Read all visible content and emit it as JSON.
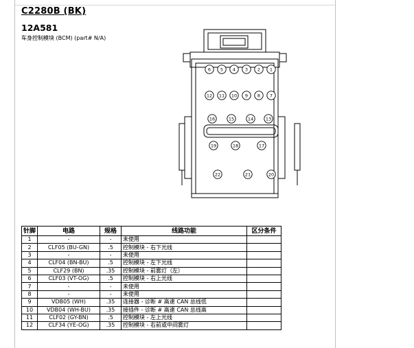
{
  "connector": {
    "title": "C2280B (BK)",
    "part_number": "12A581",
    "description": "车身控制模块 (BCM) (part# N/A)"
  },
  "diagram": {
    "row1": [
      "6",
      "5",
      "4",
      "3",
      "2",
      "1"
    ],
    "row2": [
      "12",
      "11",
      "10",
      "9",
      "8",
      "7"
    ],
    "row3": [
      "16",
      "15",
      "14",
      "13"
    ],
    "row4": [
      "19",
      "18",
      "17"
    ],
    "row5": [
      "22",
      "21",
      "20"
    ]
  },
  "table": {
    "headers": [
      "针脚",
      "电路",
      "规格",
      "线路功能",
      "区分条件"
    ],
    "rows": [
      [
        "1",
        "-",
        "-",
        "未使用",
        ""
      ],
      [
        "2",
        "CLF05 (BU-GN)",
        ".5",
        "控制模块 - 右下光线",
        ""
      ],
      [
        "3",
        "-",
        "-",
        "未使用",
        ""
      ],
      [
        "4",
        "CLF04 (BN-BU)",
        ".5",
        "控制模块 - 左下光线",
        ""
      ],
      [
        "5",
        "CLF29 (BN)",
        ".35",
        "控制模块 - 前雾灯（左）",
        ""
      ],
      [
        "6",
        "CLF03 (VT-OG)",
        ".5",
        "控制模块 - 右上光线",
        ""
      ],
      [
        "7",
        "-",
        "-",
        "未使用",
        ""
      ],
      [
        "8",
        "-",
        "-",
        "未使用",
        ""
      ],
      [
        "9",
        "VDB05 (WH)",
        ".35",
        "连接器 - 诊断 # 高速 CAN 总线低",
        ""
      ],
      [
        "10",
        "VDB04 (WH-BU)",
        ".35",
        "接插件 - 诊断 # 高速 CAN 总线高",
        ""
      ],
      [
        "11",
        "CLF02 (GY-BN)",
        ".5",
        "控制模块 - 左上光线",
        ""
      ],
      [
        "12",
        "CLF34 (YE-OG)",
        ".35",
        "控制模块 - 右前或中间雾灯",
        ""
      ]
    ]
  }
}
